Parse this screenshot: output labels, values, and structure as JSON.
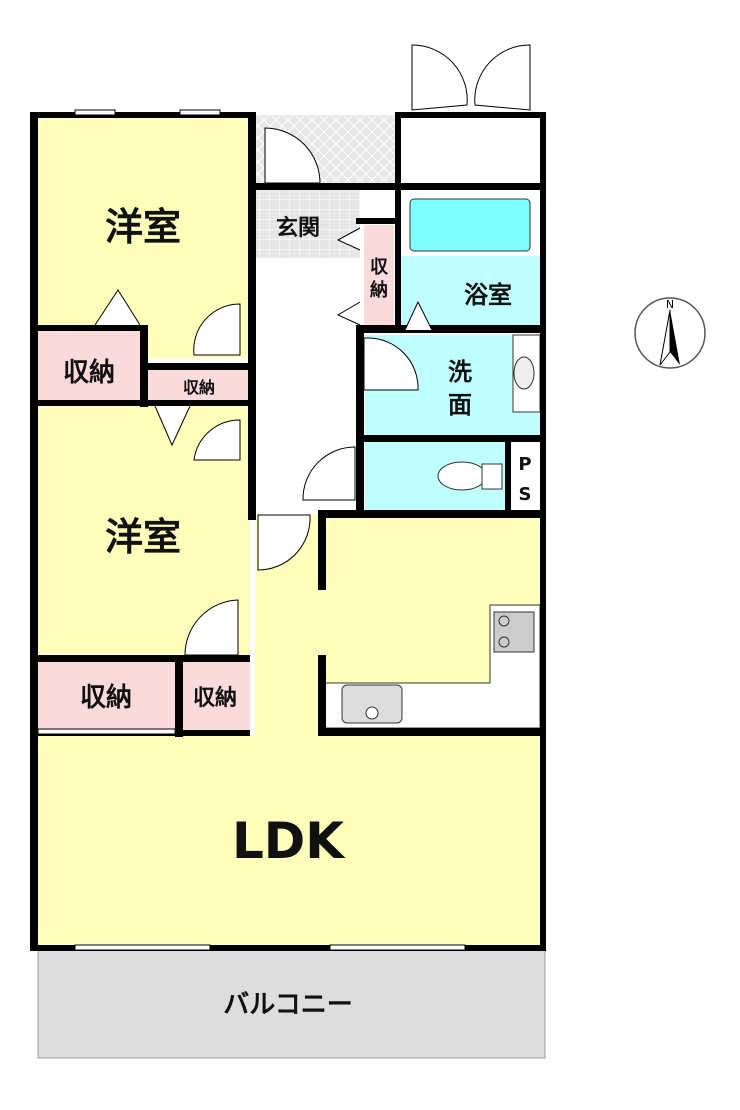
{
  "rooms": {
    "western_room_1": "洋室",
    "western_room_2": "洋室",
    "storage": "収納",
    "storage_vertical_1": "収",
    "storage_vertical_2": "納",
    "entrance": "玄関",
    "bathroom": "浴室",
    "washroom_1": "洗",
    "washroom_2": "面",
    "ps_1": "P",
    "ps_2": "S",
    "ldk": "LDK",
    "balcony": "バルコニー"
  },
  "compass": {
    "label": "N"
  },
  "colors": {
    "room_yellow": "#FFFFBB",
    "storage_pink": "#FADADA",
    "wet_cyan": "#C0FFFF",
    "tub_cyan": "#80FFFF",
    "tile_gray": "#E6E6E6",
    "balcony_gray": "#DDDDDD",
    "wall": "#000000"
  }
}
